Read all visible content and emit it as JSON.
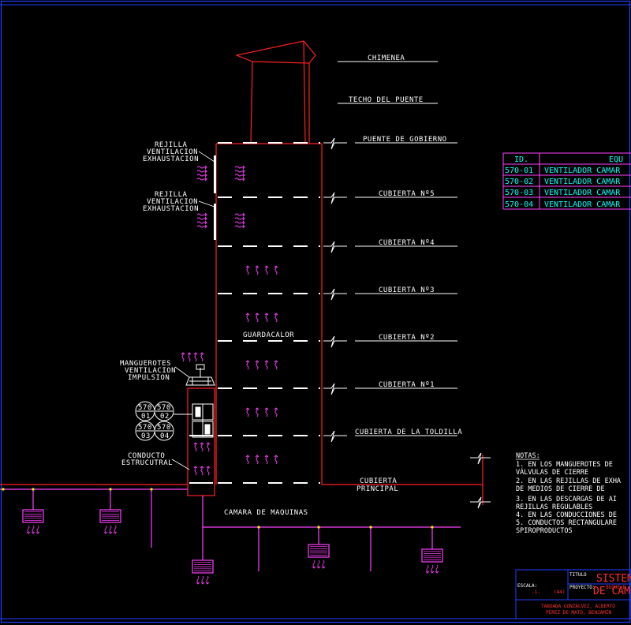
{
  "labels": {
    "chimenea": "CHIMENEA",
    "techo_puente": "TECHO DEL PUENTE",
    "puente_gobierno": "PUENTE DE GOBIERNO",
    "cubierta5": "CUBIERTA Nº5",
    "cubierta4": "CUBIERTA Nº4",
    "cubierta3": "CUBIERTA Nº3",
    "cubierta2": "CUBIERTA Nº2",
    "cubierta1": "CUBIERTA Nº1",
    "toldilla": "CUBIERTA DE LA TOLDILLA",
    "principal_1": "CUBIERTA",
    "principal_2": "PRINCIPAL",
    "camara": "CAMARA DE MAQUINAS",
    "guardacalor": "GUARDACALOR",
    "rejilla1": [
      "REJILLA",
      "VENTILACION",
      "EXHAUSTACION"
    ],
    "rejilla2": [
      "REJILLA",
      "VENTILACION",
      "EXHAUSTACION"
    ],
    "manguerotes": [
      "MANGUEROTES",
      "VENTILACION",
      "IMPULSION"
    ],
    "conducto": [
      "CONDUCTO",
      "ESTRUCUTRAL"
    ]
  },
  "fan_ids": [
    {
      "top": "570",
      "bottom": "01"
    },
    {
      "top": "570",
      "bottom": "02"
    },
    {
      "top": "570",
      "bottom": "03"
    },
    {
      "top": "570",
      "bottom": "04"
    }
  ],
  "equipment_table": {
    "headers": [
      "ID.",
      "EQU"
    ],
    "rows": [
      [
        "570-01",
        "VENTILADOR CAMAR"
      ],
      [
        "570-02",
        "VENTILADOR CAMAR"
      ],
      [
        "570-03",
        "VENTILADOR CAMAR"
      ],
      [
        "570-04",
        "VENTILADOR CAMAR"
      ]
    ]
  },
  "notes": {
    "title": "NOTAS:",
    "lines": [
      "1.  EN LOS MANGUEROTES DE",
      "    VÁLVULAS DE CIERRE",
      "2.  EN LAS REJILLAS DE EXHA",
      "    DE MEDIOS DE CIERRE DE",
      "3.  EN LAS DESCARGAS DE AI",
      "    REJILLAS REGULABLES",
      "4.  EN LAS CONDUCCIONES DE",
      "5.  CONDUCTOS RECTANGULARE",
      "    SPIROPRODUCTOS"
    ]
  },
  "title_block": {
    "titulo_label": "TITULO",
    "title_line1": "SISTEMA",
    "title_line2": "DE CAM",
    "escala_label": "ESCALA:",
    "escala_value": "-1-",
    "sheet": "(A4)",
    "proyecto_label": "PROYECTO:",
    "proyecto_value": "BUQUE E",
    "author1": "TABOADA GONZÁLVEZ, ALBERTO",
    "author2": "PÉREZ DE MATO, BENJAMÍN"
  },
  "colors": {
    "background": "#000000",
    "frame": "#2040ff",
    "structure": "#ff2020",
    "airflow": "#ff40ff",
    "ducts": "#ff40ff",
    "text": "#ffffff",
    "table_border": "#ff40ff",
    "table_text": "#00ffff",
    "title_text": "#ff3030",
    "fan_box": "#ffffff"
  }
}
